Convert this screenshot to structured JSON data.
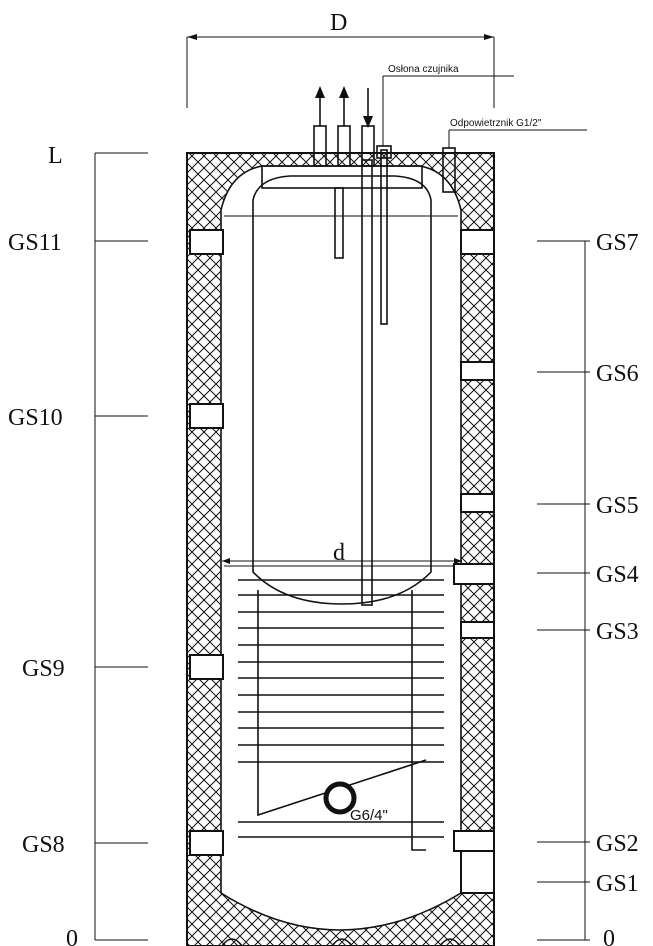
{
  "labels": {
    "D": "D",
    "d": "d",
    "L": "L",
    "zero_left": "0",
    "zero_right": "0",
    "sensor": "Osłona czujnika",
    "vent": "Odpowietrznik G1/2\"",
    "drain": "G6/4\""
  },
  "left_ports": [
    "GS11",
    "GS10",
    "GS9",
    "GS8"
  ],
  "right_ports": [
    "GS7",
    "GS6",
    "GS5",
    "GS4",
    "GS3",
    "GS2",
    "GS1"
  ]
}
